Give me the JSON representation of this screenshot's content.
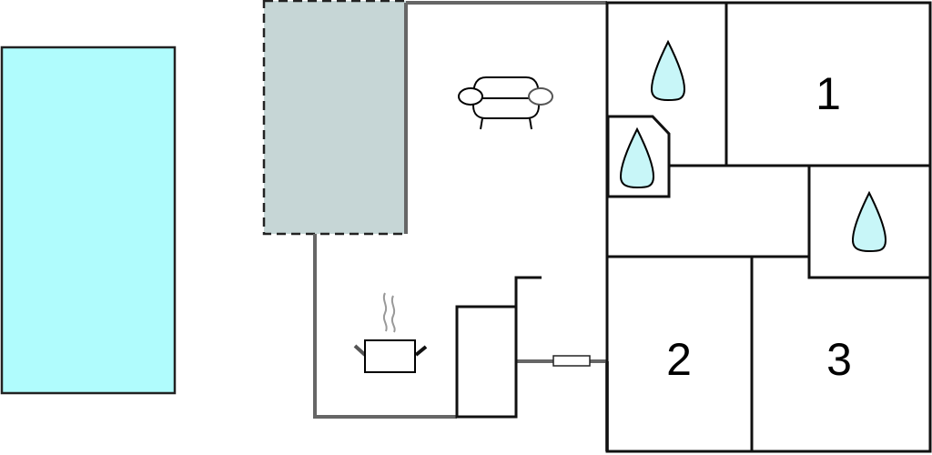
{
  "floorplan": {
    "rooms": [
      {
        "id": "bedroom-1",
        "label": "1"
      },
      {
        "id": "bedroom-2",
        "label": "2"
      },
      {
        "id": "bedroom-3",
        "label": "3"
      }
    ],
    "icons": [
      "pool",
      "terrace",
      "sofa-icon",
      "cooking-pot-icon",
      "water-drop-icon",
      "water-drop-icon",
      "water-drop-icon"
    ]
  },
  "colors": {
    "pool": "#b0fcfd",
    "terrace": "#c6d6d6",
    "drop": "#c8f6f8",
    "wall_outer": "#666666",
    "wall_inner": "#111111"
  }
}
